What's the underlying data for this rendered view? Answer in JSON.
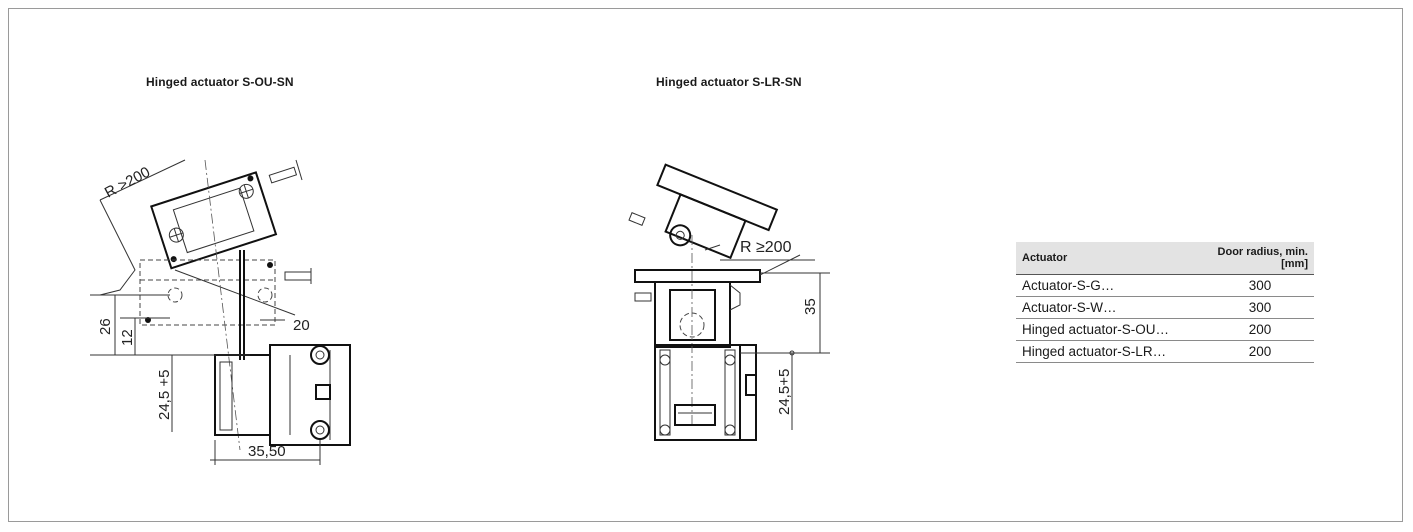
{
  "captions": {
    "left": "Hinged actuator S-OU-SN",
    "right": "Hinged actuator S-LR-SN"
  },
  "left_dims": {
    "radius": "R >200",
    "d26": "26",
    "d12": "12",
    "d20": "20",
    "d245": "24,5 +5",
    "d3550": "35,50"
  },
  "right_dims": {
    "radius": "R ≥200",
    "d35": "35",
    "d245": "24,5+5"
  },
  "table": {
    "headers": [
      "Actuator",
      "Door radius, min. [mm]"
    ],
    "rows": [
      {
        "actuator": "Actuator-S-G…",
        "radius": "300"
      },
      {
        "actuator": "Actuator-S-W…",
        "radius": "300"
      },
      {
        "actuator": "Hinged actuator-S-OU…",
        "radius": "200"
      },
      {
        "actuator": "Hinged actuator-S-LR…",
        "radius": "200"
      }
    ]
  }
}
